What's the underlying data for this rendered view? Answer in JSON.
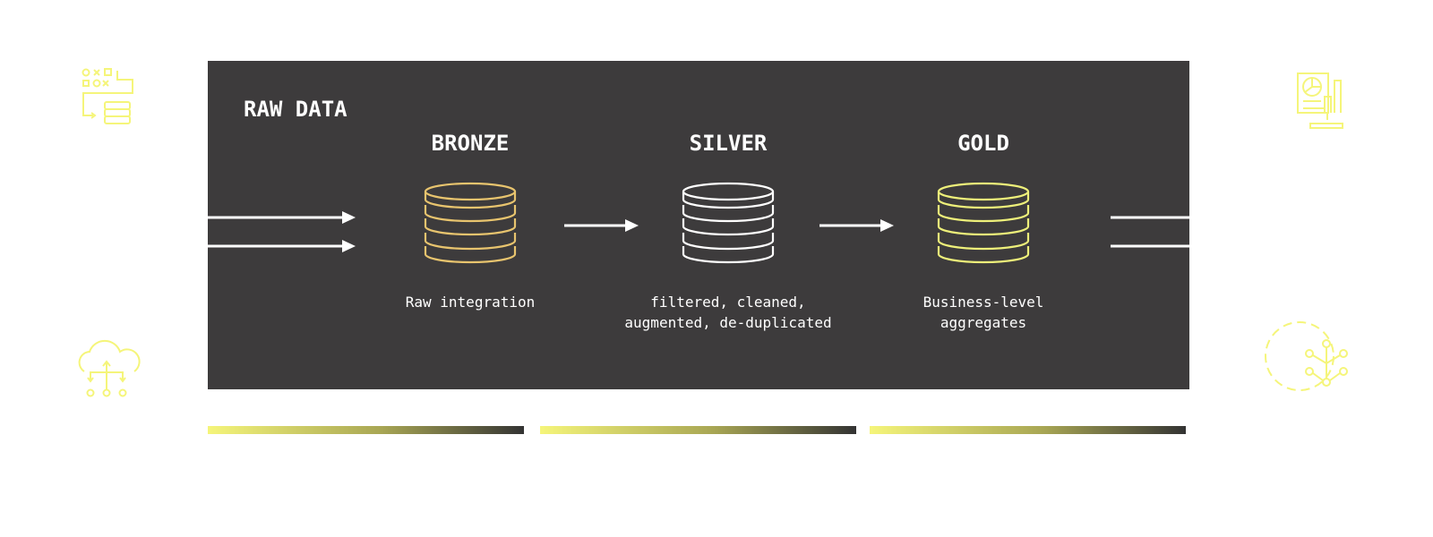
{
  "panel_title": "RAW DATA",
  "stages": [
    {
      "name": "BRONZE",
      "caption_lines": [
        "Raw integration"
      ],
      "color": "#e8c46e"
    },
    {
      "name": "SILVER",
      "caption_lines": [
        "filtered, cleaned,",
        "augmented, de-duplicated"
      ],
      "color": "#ffffff"
    },
    {
      "name": "GOLD",
      "caption_lines": [
        "Business-level",
        "aggregates"
      ],
      "color": "#eef07a"
    }
  ],
  "icons": {
    "left_top": "data-transform-icon",
    "left_bottom": "cloud-distribution-icon",
    "right_top": "dashboard-monitor-icon",
    "right_bottom": "gear-network-icon"
  },
  "colors": {
    "panel": "#3d3b3c",
    "accent": "#f5f57a"
  }
}
